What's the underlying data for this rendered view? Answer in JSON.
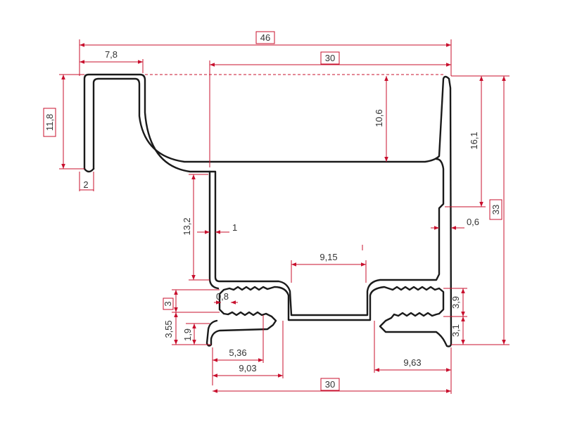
{
  "dimensions": {
    "overall_width": "46",
    "top_width": "30",
    "hook_width": "7,8",
    "hook_height": "11,8",
    "hook_lip": "2",
    "top_depth": "10,6",
    "right_upper": "16,1",
    "overall_height": "33",
    "step_offset": "0,6",
    "wall_thickness": "1",
    "inner_height": "13,2",
    "slot_width": "9,15",
    "tooth_pitch": "0,8",
    "groove_height": "3",
    "left_groove": "3,55",
    "left_foot": "1,9",
    "right_groove": "3,9",
    "right_foot": "3,1",
    "left_inner": "5,36",
    "left_outer": "9,03",
    "right_outer": "9,63",
    "bottom_width": "30"
  },
  "colors": {
    "dimension": "#c8102e",
    "profile": "#1a1a1a"
  }
}
